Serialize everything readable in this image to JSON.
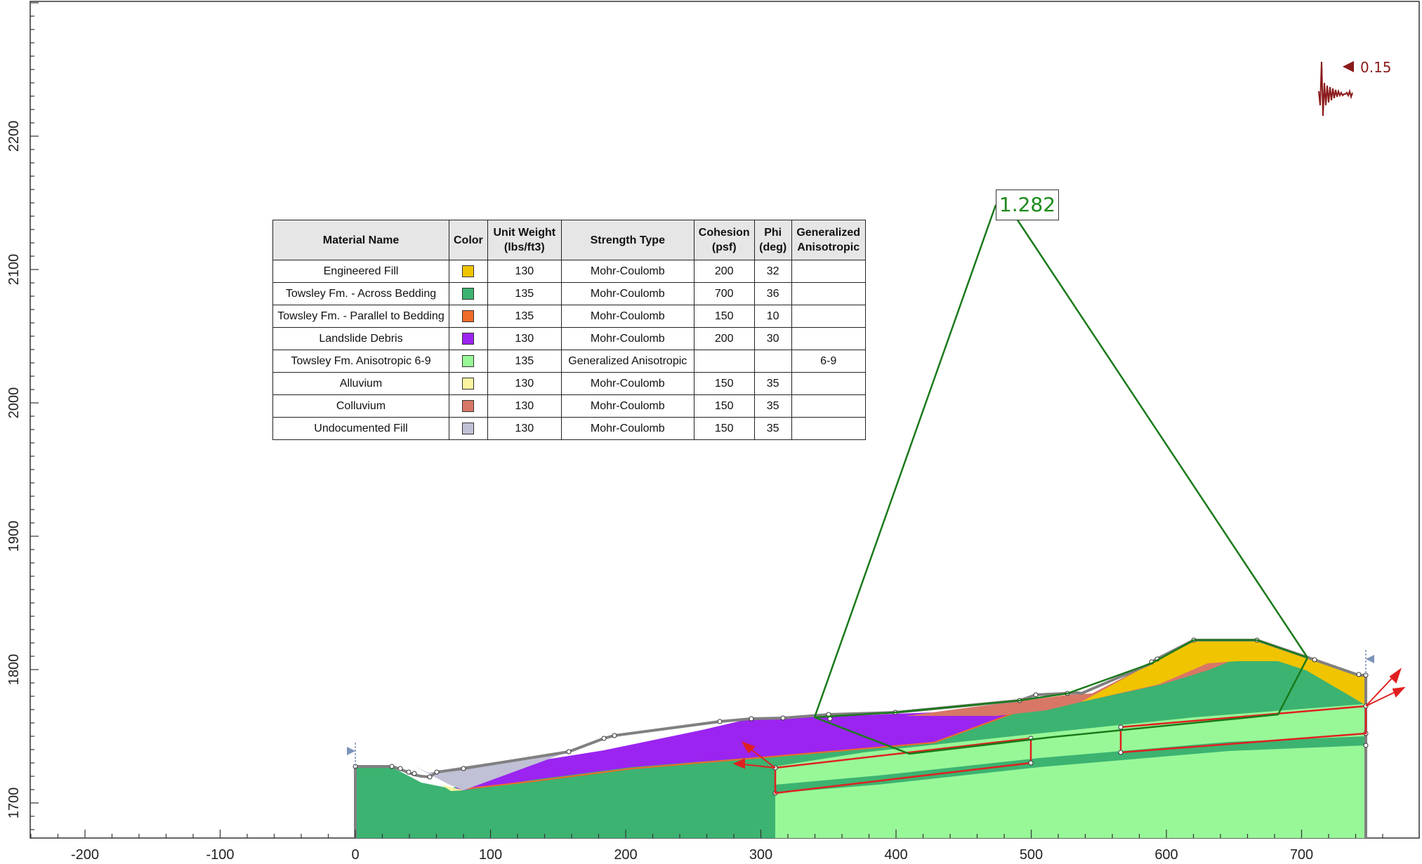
{
  "plot": {
    "x_ticks": [
      "-200",
      "-100",
      "0",
      "100",
      "200",
      "300",
      "400",
      "500",
      "600",
      "700"
    ],
    "y_ticks": [
      "1700",
      "1800",
      "1900",
      "2000",
      "2100",
      "2200"
    ]
  },
  "factor_of_safety": "1.282",
  "seismic": {
    "coefficient": "0.15"
  },
  "materials_table": {
    "headers": [
      "Material Name",
      "Color",
      "Unit Weight (lbs/ft3)",
      "Strength Type",
      "Cohesion (psf)",
      "Phi (deg)",
      "Generalized Anisotropic"
    ],
    "rows": [
      {
        "name": "Engineered Fill",
        "color": "#f0c400",
        "unit_weight": "130",
        "strength_type": "Mohr-Coulomb",
        "cohesion": "200",
        "phi": "32",
        "anisotropic": ""
      },
      {
        "name": "Towsley Fm. - Across Bedding",
        "color": "#3cb371",
        "unit_weight": "135",
        "strength_type": "Mohr-Coulomb",
        "cohesion": "700",
        "phi": "36",
        "anisotropic": ""
      },
      {
        "name": "Towsley Fm. - Parallel to Bedding",
        "color": "#f06a2a",
        "unit_weight": "135",
        "strength_type": "Mohr-Coulomb",
        "cohesion": "150",
        "phi": "10",
        "anisotropic": ""
      },
      {
        "name": "Landslide Debris",
        "color": "#9b24f0",
        "unit_weight": "130",
        "strength_type": "Mohr-Coulomb",
        "cohesion": "200",
        "phi": "30",
        "anisotropic": ""
      },
      {
        "name": "Towsley Fm. Anisotropic 6-9",
        "color": "#98f898",
        "unit_weight": "135",
        "strength_type": "Generalized Anisotropic",
        "cohesion": "",
        "phi": "",
        "anisotropic": "6-9"
      },
      {
        "name": "Alluvium",
        "color": "#fbf5a0",
        "unit_weight": "130",
        "strength_type": "Mohr-Coulomb",
        "cohesion": "150",
        "phi": "35",
        "anisotropic": ""
      },
      {
        "name": "Colluvium",
        "color": "#d87766",
        "unit_weight": "130",
        "strength_type": "Mohr-Coulomb",
        "cohesion": "150",
        "phi": "35",
        "anisotropic": ""
      },
      {
        "name": "Undocumented Fill",
        "color": "#c0c0d6",
        "unit_weight": "130",
        "strength_type": "Mohr-Coulomb",
        "cohesion": "150",
        "phi": "35",
        "anisotropic": ""
      }
    ]
  }
}
